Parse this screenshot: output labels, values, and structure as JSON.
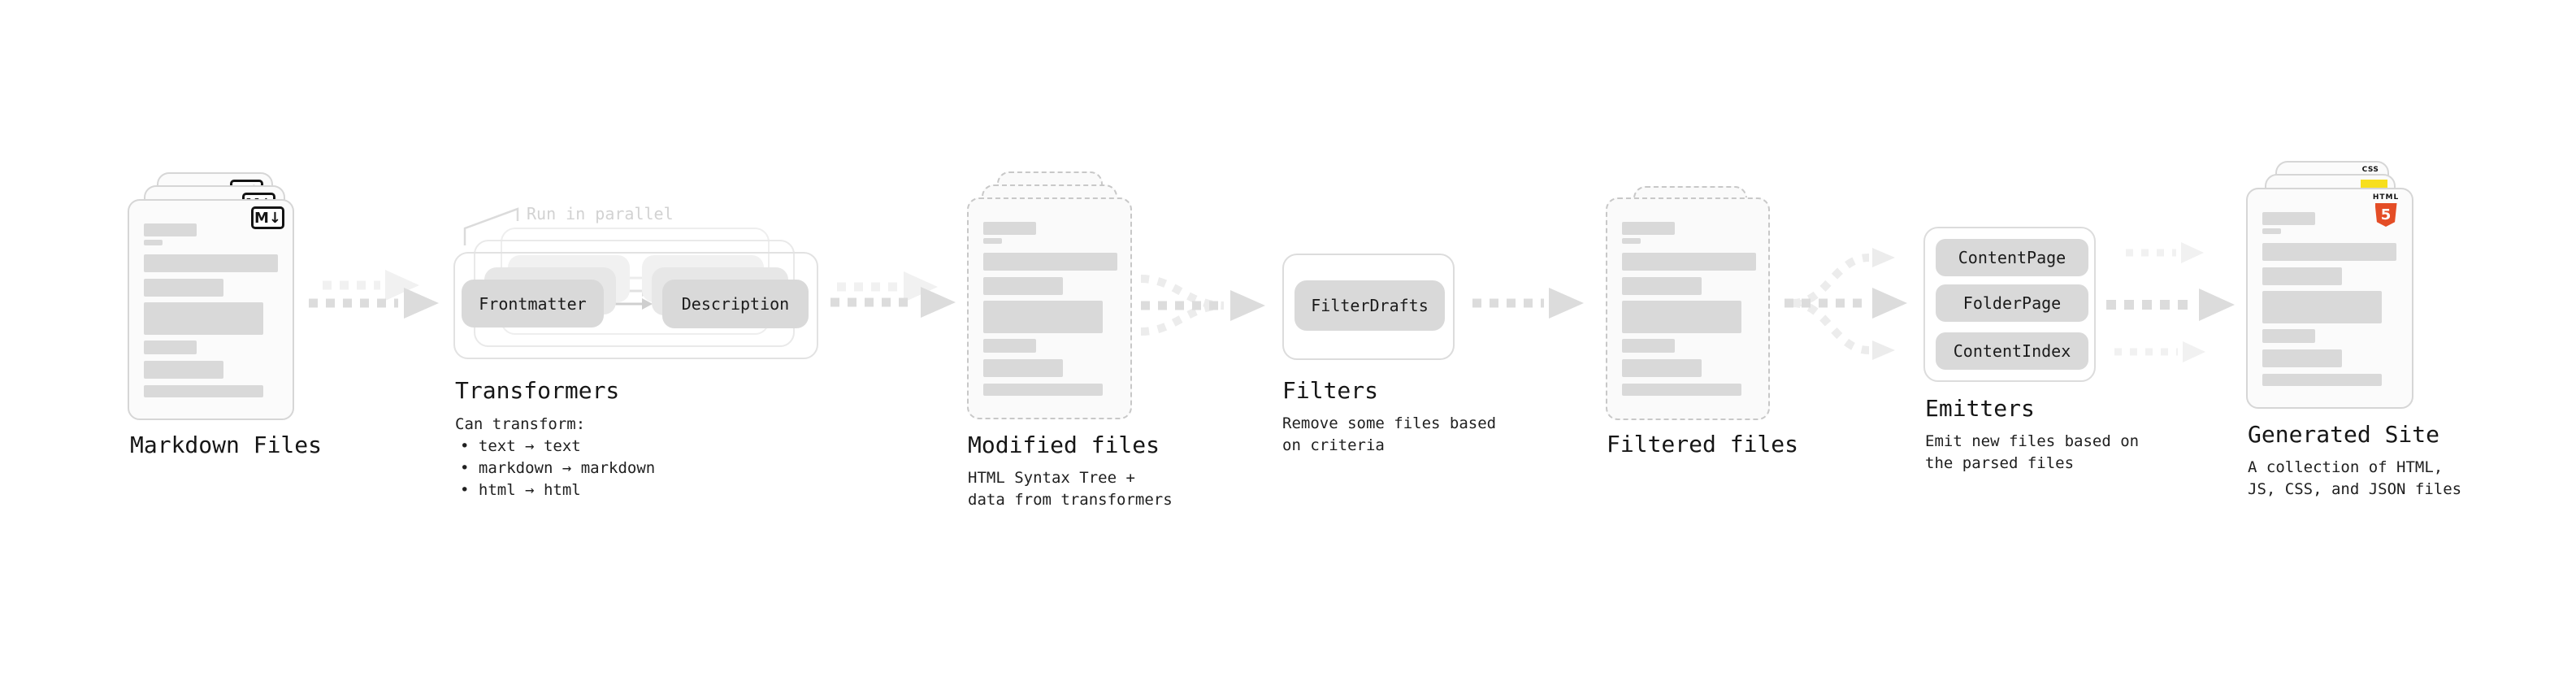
{
  "colors": {
    "background": "#ffffff",
    "text": "#1c1c1c",
    "muted_note": "#d2d2d2",
    "card_background": "#fbfbfb",
    "card_border": "#d6d6d6",
    "dashed_border": "#c8c8c8",
    "placeholder_bar": "#d9d9d9",
    "chip_background": "#d9d9d9",
    "arrow_dark": "#dcdcdc",
    "arrow_light": "#f1f1f1",
    "html5_orange": "#e44d26",
    "js_yellow": "#f7df1e",
    "css_blue": "#2862e9"
  },
  "stages": {
    "markdown": {
      "label": "Markdown Files",
      "badge": "M↓"
    },
    "transformers": {
      "label": "Transformers",
      "note": "Run in parallel",
      "buttons": [
        "Frontmatter",
        "Description"
      ],
      "desc_title": "Can transform:",
      "bullets": [
        "text → text",
        "markdown → markdown",
        "html → html"
      ]
    },
    "modified": {
      "label": "Modified files",
      "desc_lines": [
        "HTML Syntax Tree +",
        "data from transformers"
      ]
    },
    "filters": {
      "label": "Filters",
      "buttons": [
        "FilterDrafts"
      ],
      "desc_lines": [
        "Remove some files based",
        "on criteria"
      ]
    },
    "filtered": {
      "label": "Filtered files"
    },
    "emitters": {
      "label": "Emitters",
      "buttons": [
        "ContentPage",
        "FolderPage",
        "ContentIndex"
      ],
      "desc_lines": [
        "Emit new files based on",
        "the parsed files"
      ]
    },
    "generated": {
      "label": "Generated Site",
      "desc_lines": [
        "A collection of HTML,",
        "JS, CSS, and JSON files"
      ],
      "badges": {
        "css": "CSS",
        "html_word": "HTML",
        "html_five": "5"
      }
    }
  }
}
